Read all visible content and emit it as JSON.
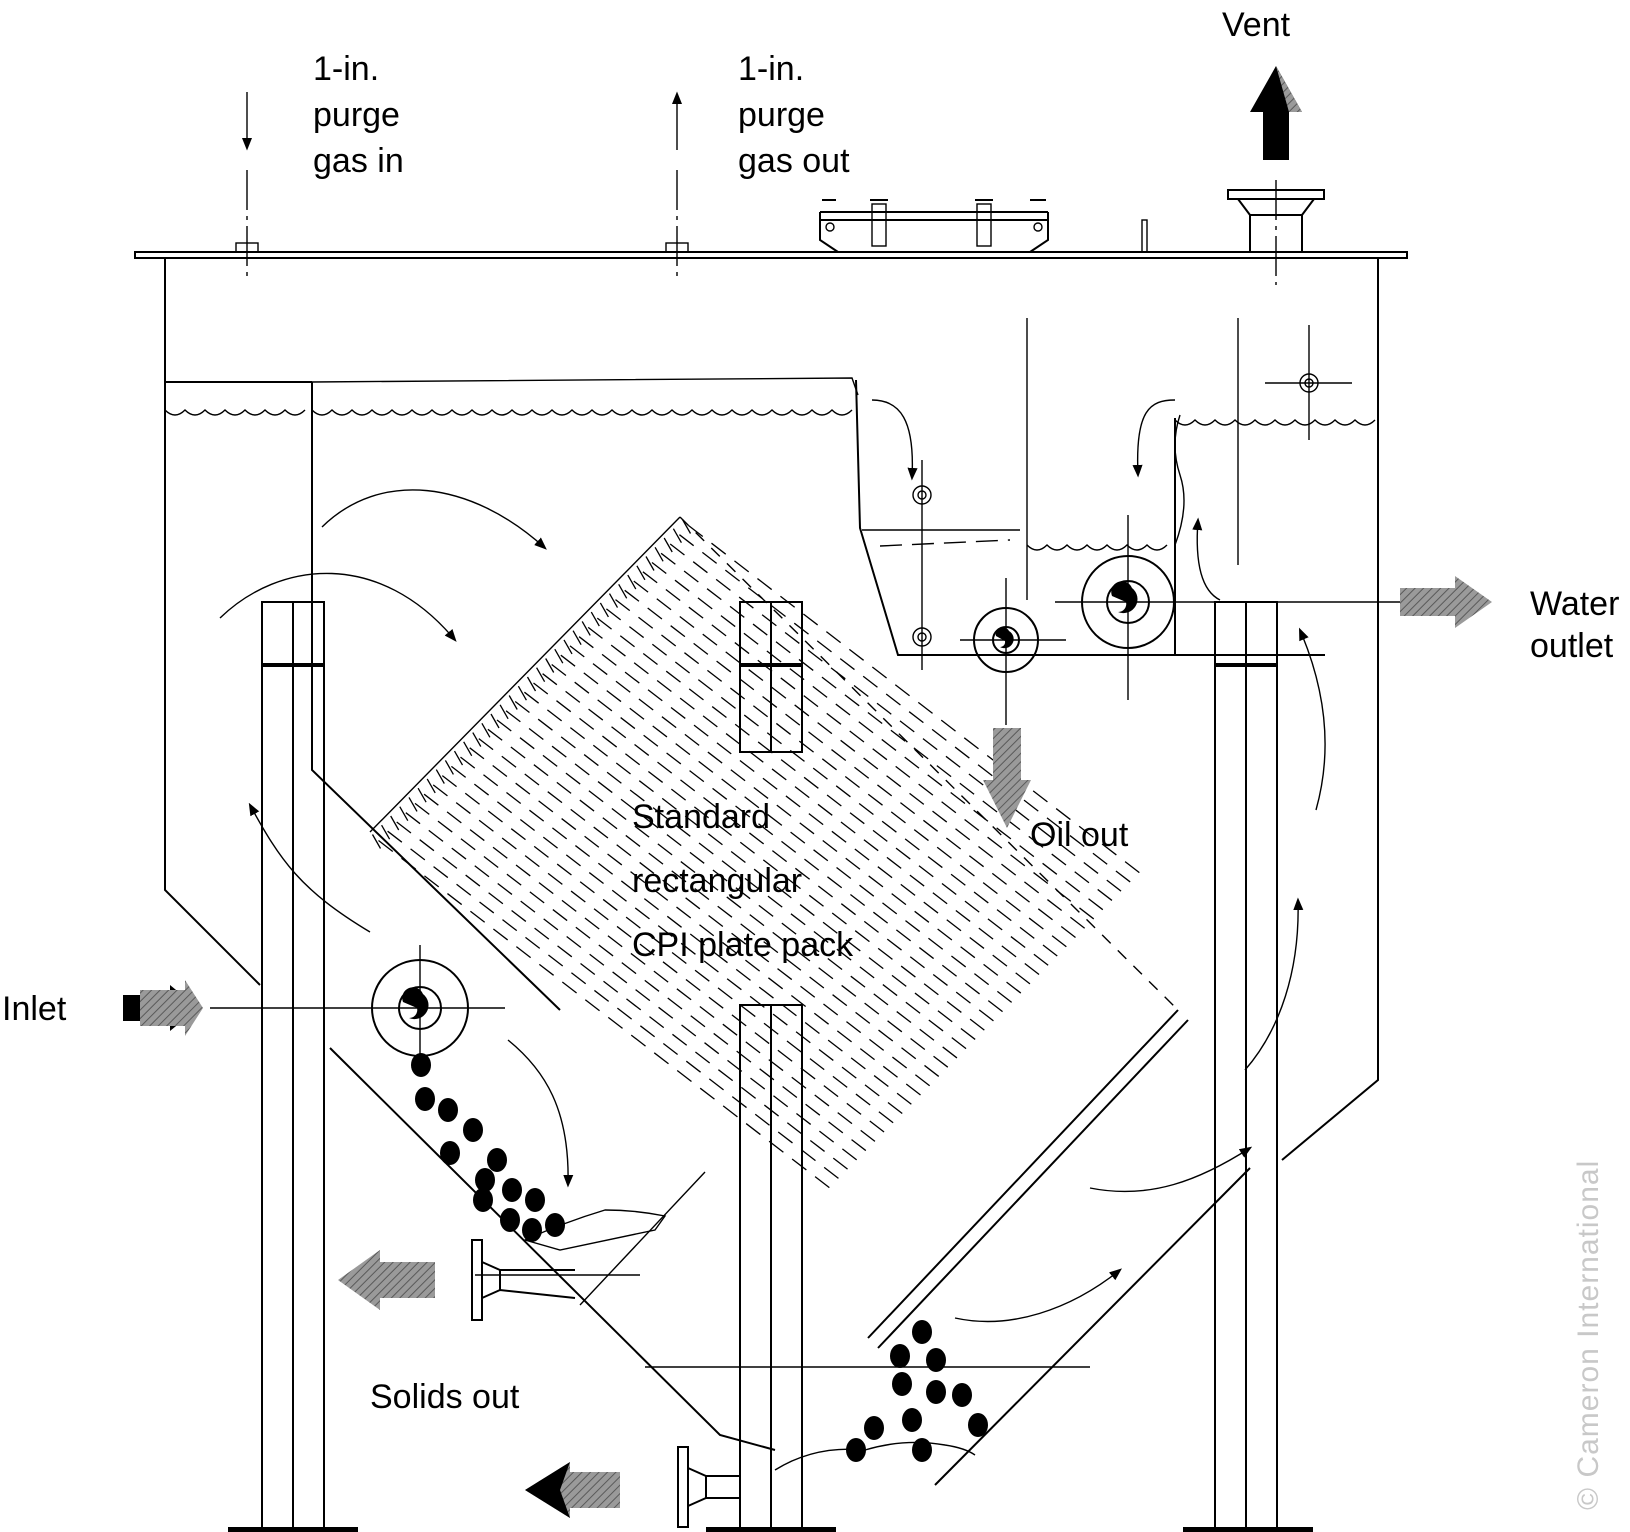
{
  "labels": {
    "purge_in": [
      "1-in.",
      "purge",
      "gas in"
    ],
    "purge_out": [
      "1-in.",
      "purge",
      "gas out"
    ],
    "vent": "Vent",
    "water_outlet": [
      "Water",
      "outlet"
    ],
    "oil_out": "Oil out",
    "plate_pack": [
      "Standard",
      "rectangular",
      "CPI plate pack"
    ],
    "inlet": "Inlet",
    "solids_out": "Solids out",
    "copyright": "© Cameron International"
  },
  "colors": {
    "line": "#000000",
    "arrow_dark": "#000000",
    "arrow_gray": "#8c8c8c",
    "watermark": "#c8c8c8"
  }
}
